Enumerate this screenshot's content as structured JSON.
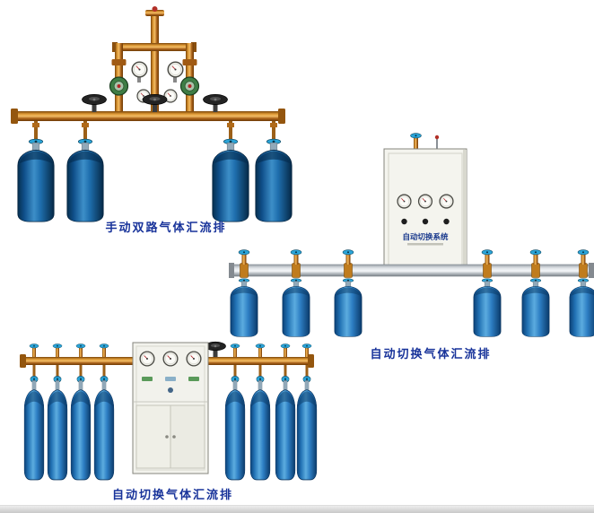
{
  "page": {
    "background_color": "#ffffff"
  },
  "products": [
    {
      "caption": "手动双路气体汇流排",
      "cylinder_count": 4
    },
    {
      "caption": "自动切换气体汇流排",
      "cylinder_count": 6,
      "cabinet_label": "自动切换系统"
    },
    {
      "caption": "自动切换气体汇流排",
      "cylinder_count": 8
    }
  ],
  "colors": {
    "caption_text": "#18339a",
    "cylinder_blue": "#2e7fc4",
    "cylinder_dark_blue": "#0f4f8a",
    "brass_pipe": "#dd9834",
    "silver_manifold": "#dfe3e7",
    "cabinet_body": "#f4f4ee",
    "valve_handle_cyan": "#2aa4d8"
  }
}
